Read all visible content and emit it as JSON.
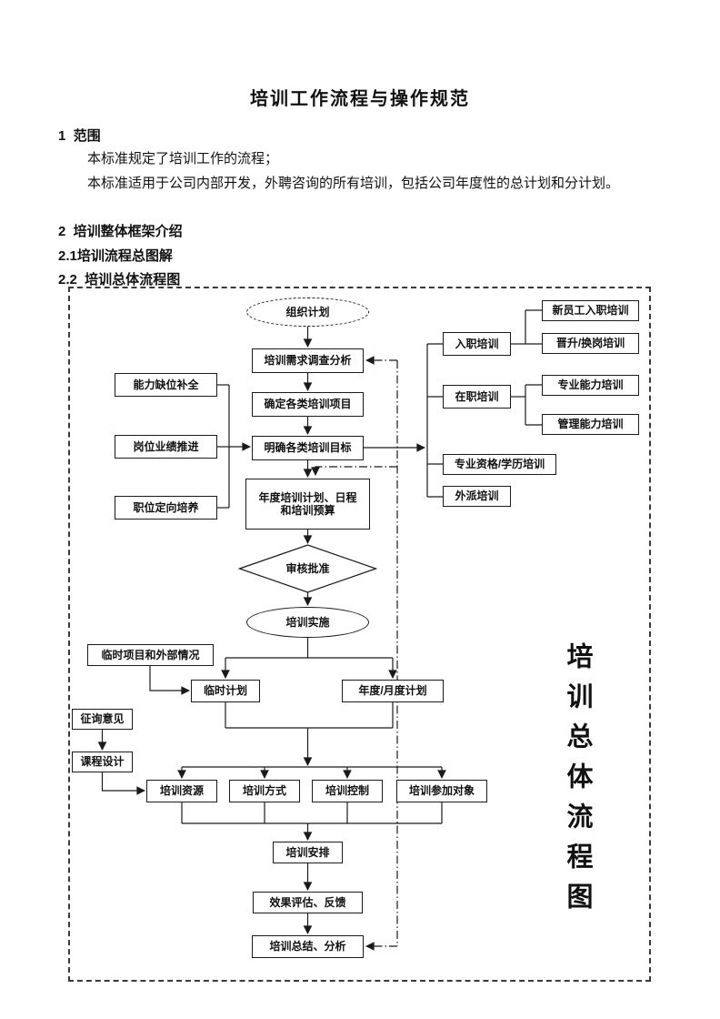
{
  "document": {
    "title": "培训工作流程与操作规范",
    "heading_1": "1  范围",
    "para_1": "本标准规定了培训工作的流程；",
    "para_2": "本标准适用于公司内部开发，外聘咨询的所有培训，包括公司年度性的总计划和分计划。",
    "heading_2": "2  培训整体框架介绍",
    "heading_2_1": "2.1培训流程总图解",
    "heading_2_2": "2.2  培训总体流程图"
  },
  "flowchart": {
    "side_label": "培训总体流程图",
    "nodes": {
      "org_plan": "组织计划",
      "needs_analysis": "培训需求调查分析",
      "define_projects": "确定各类培训项目",
      "clarify_goals": "明确各类培训目标",
      "annual_plan_l1": "年度培训计划、日程",
      "annual_plan_l2": "和培训预算",
      "approve": "审核批准",
      "implement": "培训实施",
      "gap_fill": "能力缺位补全",
      "perf_promote": "岗位业绩推进",
      "position_cultivate": "职位定向培养",
      "onboarding": "入职培训",
      "new_employee": "新员工入职培训",
      "promotion_transfer": "晋升/换岗培训",
      "on_job": "在职培训",
      "professional_ability": "专业能力培训",
      "management_ability": "管理能力培训",
      "qualification": "专业资格/学历培训",
      "expatriate": "外派培训",
      "temp_external": "临时项目和外部情况",
      "temp_plan": "临时计划",
      "annual_monthly_plan": "年度/月度计划",
      "consult": "征询意见",
      "course_design": "课程设计",
      "resources": "培训资源",
      "methods": "培训方式",
      "control": "培训控制",
      "participants": "培训参加对象",
      "arrangement": "培训安排",
      "evaluation": "效果评估、反馈",
      "summary": "培训总结、分析"
    }
  }
}
